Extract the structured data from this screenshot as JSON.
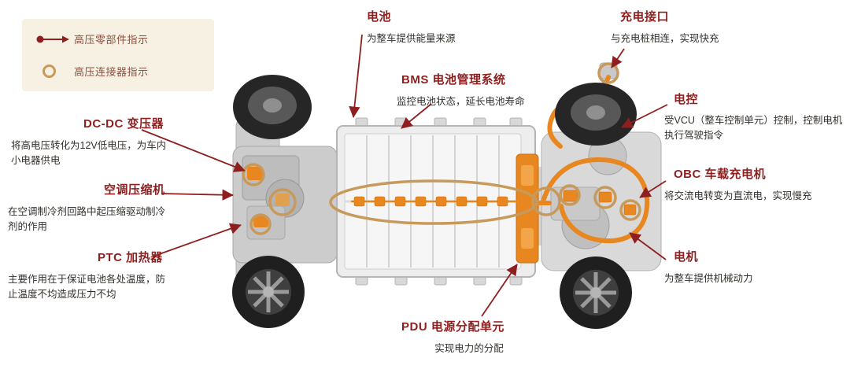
{
  "colors": {
    "heading_red": "#8f1f1f",
    "arrow_red": "#8f1f1f",
    "body_text": "#33302c",
    "legend_bg": "#f7f1e3",
    "legend_text": "#8a5140",
    "connector_ring_gold": "#c79a5c",
    "cable_orange": "#e8871f"
  },
  "legend": {
    "items": [
      {
        "icon": "hv-component-arrow-icon",
        "label": "高压零部件指示"
      },
      {
        "icon": "hv-connector-circle-icon",
        "label": "高压连接器指示"
      }
    ]
  },
  "labels": {
    "battery": {
      "title": "电池",
      "desc": "为整车提供能量来源"
    },
    "charge_port": {
      "title": "充电接口",
      "desc": "与充电桩相连，实现快充"
    },
    "bms": {
      "title": "BMS 电池管理系统",
      "desc": "监控电池状态，延长电池寿命"
    },
    "ecu": {
      "title": "电控",
      "desc": "受VCU（整车控制单元）控制，控制电机执行驾驶指令"
    },
    "obc": {
      "title": "OBC 车载充电机",
      "desc": "将交流电转变为直流电，实现慢充"
    },
    "motor": {
      "title": "电机",
      "desc": "为整车提供机械动力"
    },
    "dcdc": {
      "title": "DC-DC 变压器",
      "desc": "将高电压转化为12V低电压，为车内小电器供电"
    },
    "ac_compressor": {
      "title": "空调压缩机",
      "desc": "在空调制冷剂回路中起压缩驱动制冷剂的作用"
    },
    "ptc": {
      "title": "PTC 加热器",
      "desc": "主要作用在于保证电池各处温度，防止温度不均造成压力不均"
    },
    "pdu": {
      "title": "PDU 电源分配单元",
      "desc": "实现电力的分配"
    }
  }
}
